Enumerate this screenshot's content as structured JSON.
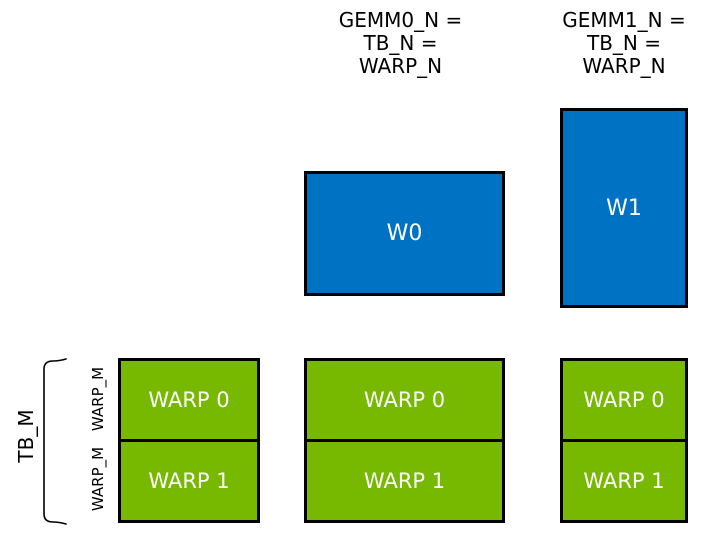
{
  "diagram": {
    "headers": [
      {
        "line1": "GEMM0_N =",
        "line2": "TB_N =",
        "line3": "WARP_N"
      },
      {
        "line1": "GEMM1_N =",
        "line2": "TB_N =",
        "line3": "WARP_N"
      }
    ],
    "accumulator_boxes": [
      {
        "label": "W0"
      },
      {
        "label": "W1"
      }
    ],
    "warp_columns": [
      {
        "cells": [
          {
            "label": "WARP 0"
          },
          {
            "label": "WARP 1"
          }
        ]
      },
      {
        "cells": [
          {
            "label": "WARP 0"
          },
          {
            "label": "WARP 1"
          }
        ]
      },
      {
        "cells": [
          {
            "label": "WARP 0"
          },
          {
            "label": "WARP 1"
          }
        ]
      }
    ],
    "side_labels": {
      "tb_m": "TB_M",
      "warp_m_rows": [
        "WARP_M",
        "WARP_M"
      ]
    },
    "colors": {
      "blue": "#0072C4",
      "green": "#76B900",
      "border": "#000000",
      "box_text": "#FFFFFF",
      "label_text": "#000000"
    }
  }
}
